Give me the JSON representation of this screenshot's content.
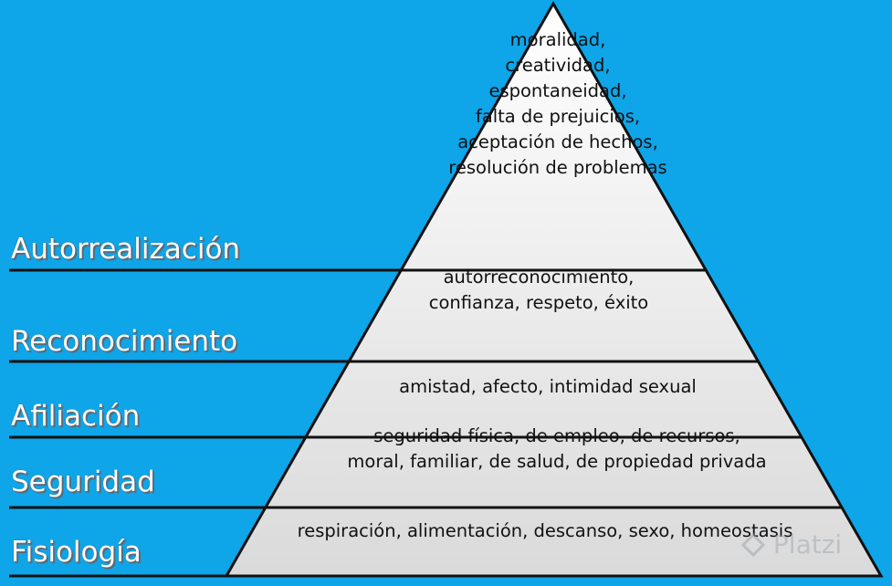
{
  "colors": {
    "background": "#0ea5e9",
    "pyramid_fill_top": "#ffffff",
    "pyramid_fill_bottom": "#dcdcdc",
    "line": "#111111"
  },
  "levels": [
    {
      "name": "Autorrealización",
      "lines": [
        "moralidad,",
        "creatividad,",
        "espontaneidad,",
        "falta de prejuicios,",
        "aceptación de hechos,",
        "resolución de problemas"
      ]
    },
    {
      "name": "Reconocimiento",
      "lines": [
        "autorreconocimiento,",
        "confianza, respeto, éxito"
      ]
    },
    {
      "name": "Afiliación",
      "lines": [
        "amistad, afecto, intimidad sexual"
      ]
    },
    {
      "name": "Seguridad",
      "lines": [
        "seguridad física, de empleo, de recursos,",
        "moral, familiar, de salud, de propiedad privada"
      ]
    },
    {
      "name": "Fisiología",
      "lines": [
        "respiración, alimentación, descanso, sexo, homeostasis"
      ]
    }
  ],
  "watermark": {
    "text": "Platzi",
    "icon": "platzi-logo-icon"
  }
}
